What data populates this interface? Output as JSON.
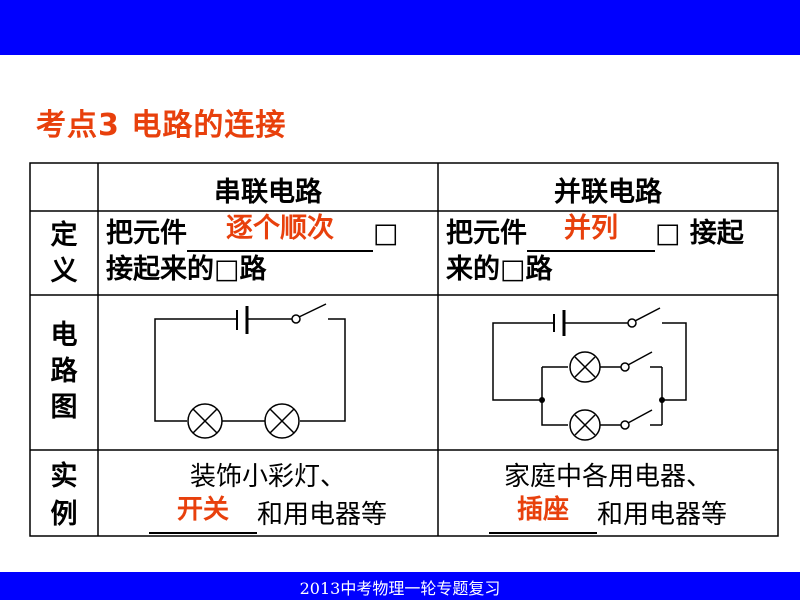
{
  "header": {
    "bar_color": "#0000ff"
  },
  "title": "考点3  电路的连接",
  "table": {
    "col_series": "串联电路",
    "col_parallel": "并联电路",
    "row_definition": [
      "定",
      "义"
    ],
    "row_diagram": [
      "电",
      "路",
      "图"
    ],
    "row_example": [
      "实",
      "例"
    ],
    "def_series": {
      "prefix": "把元件",
      "answer": "逐个顺次",
      "suffix": "□",
      "line2": "接起来的□路"
    },
    "def_parallel": {
      "prefix": "把元件",
      "answer": "并列",
      "suffix": "□ 接起",
      "line2": "来的□路"
    },
    "ex_series": {
      "line1": "装饰小彩灯、",
      "answer": "开关",
      "suffix": "和用电器等"
    },
    "ex_parallel": {
      "line1": "家庭中各用电器、",
      "answer": "插座",
      "suffix": "和用电器等"
    }
  },
  "footer": "2013中考物理一轮专题复习",
  "colors": {
    "accent": "#e8400c",
    "bar": "#0000ff"
  }
}
